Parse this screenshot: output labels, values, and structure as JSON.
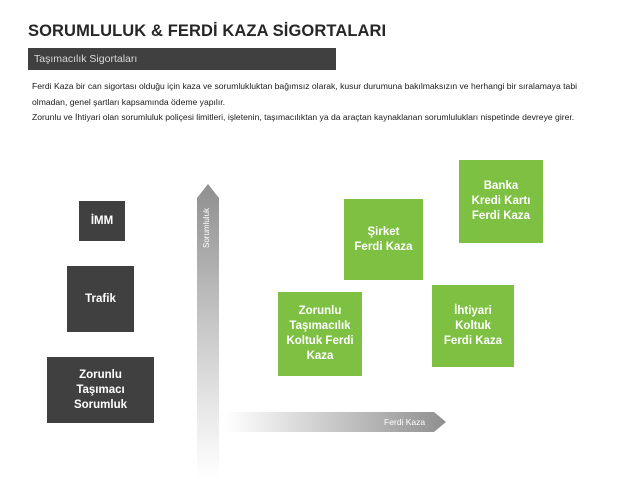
{
  "header": {
    "title": "SORUMLULUK & FERDİ KAZA SİGORTALARI",
    "subtitle": "Taşımacılık Sigortaları"
  },
  "description": {
    "line1": "Ferdi Kaza bir can sigortası olduğu için kaza ve sorumlukluktan bağımsız olarak, kusur durumuna bakılmaksızın ve herhangi bir sıralamaya tabi olmadan, genel şartları kapsamında ödeme yapılır.",
    "line2": "Zorunlu ve İhtiyari olan sorumluluk poliçesi limitleri, işletenin, taşımacılıktan ya da araçtan kaynaklanan sorumlulukları nispetinde devreye girer."
  },
  "axes": {
    "vertical_label": "Sorumluluk",
    "horizontal_label": "Ferdi Kaza"
  },
  "liability_boxes": [
    {
      "label": "İMM"
    },
    {
      "label": "Trafik"
    },
    {
      "label": "Zorunlu Taşımacı Sorumluk"
    }
  ],
  "accident_boxes": [
    {
      "label": "Zorunlu Taşımacılık Koltuk Ferdi Kaza"
    },
    {
      "label": "Şirket Ferdi Kaza"
    },
    {
      "label": "İhtiyari Koltuk Ferdi Kaza"
    },
    {
      "label": "Banka Kredi Kartı Ferdi Kaza"
    }
  ],
  "colors": {
    "dark_box": "#404040",
    "green_box": "#7ec041",
    "arrow_light": "#f2f2f2",
    "arrow_dark": "#9a9a9a"
  }
}
